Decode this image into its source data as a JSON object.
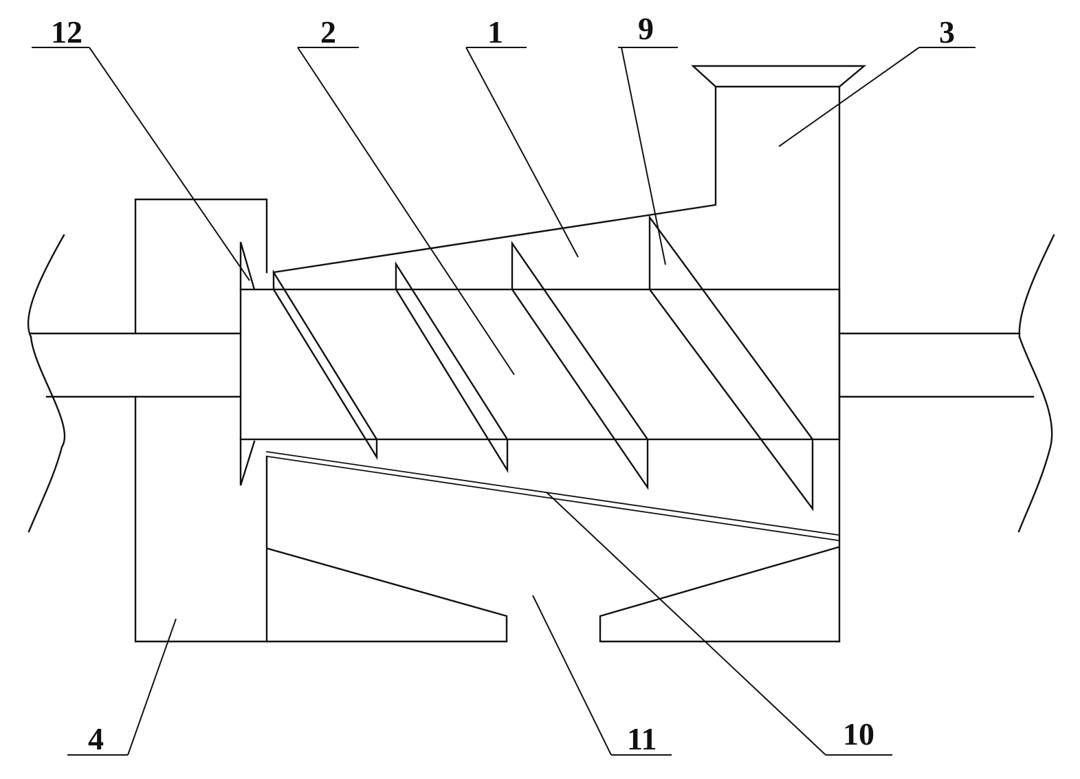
{
  "figure": {
    "labels": [
      "12",
      "2",
      "1",
      "9",
      "3",
      "4",
      "11",
      "10"
    ]
  },
  "colors": {
    "ink": "#111111",
    "background": "#ffffff"
  }
}
